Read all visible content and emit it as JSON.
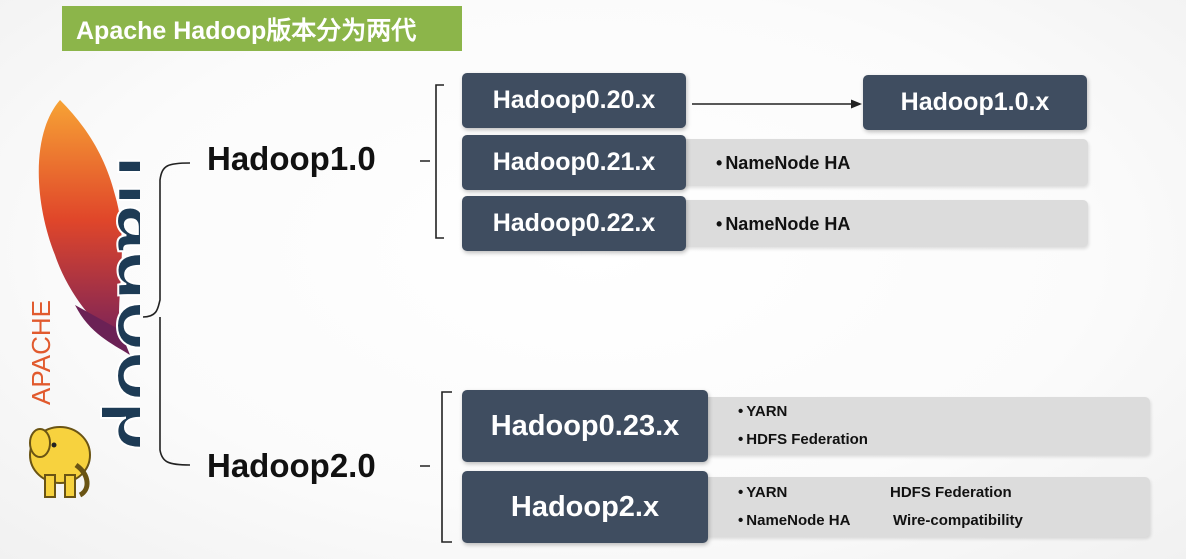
{
  "title": "Apache Hadoop版本分为两代",
  "logo": {
    "apache_text": "APACHE",
    "hadoop_text": "hadoop"
  },
  "generations": [
    {
      "label": "Hadoop1.0",
      "versions": [
        {
          "name": "Hadoop0.20.x",
          "arrow_target": "Hadoop1.0.x"
        },
        {
          "name": "Hadoop0.21.x",
          "features": [
            "NameNode HA"
          ]
        },
        {
          "name": "Hadoop0.22.x",
          "features": [
            "NameNode HA"
          ]
        }
      ]
    },
    {
      "label": "Hadoop2.0",
      "versions": [
        {
          "name": "Hadoop0.23.x",
          "features": [
            "YARN",
            "HDFS Federation"
          ]
        },
        {
          "name": "Hadoop2.x",
          "features": [
            "YARN",
            "HDFS Federation",
            "NameNode HA",
            "Wire-compatibility"
          ]
        }
      ]
    }
  ],
  "colors": {
    "title_bg": "#8cb54a",
    "box_bg": "#3f4d60",
    "strip_bg": "#dcdcdc"
  }
}
